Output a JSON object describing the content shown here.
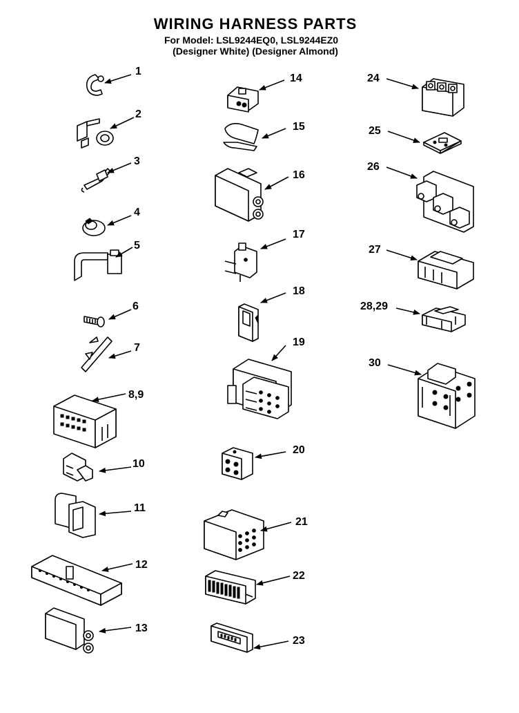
{
  "header": {
    "title": "WIRING HARNESS PARTS",
    "model_line": "For Model: LSL9244EQ0, LSL9244EZ0",
    "variant_line": "(Designer White) (Designer Almond)"
  },
  "parts": [
    {
      "label": "1"
    },
    {
      "label": "2"
    },
    {
      "label": "3"
    },
    {
      "label": "4"
    },
    {
      "label": "5"
    },
    {
      "label": "6"
    },
    {
      "label": "7"
    },
    {
      "label": "8,9"
    },
    {
      "label": "10"
    },
    {
      "label": "11"
    },
    {
      "label": "12"
    },
    {
      "label": "13"
    },
    {
      "label": "14"
    },
    {
      "label": "15"
    },
    {
      "label": "16"
    },
    {
      "label": "17"
    },
    {
      "label": "18"
    },
    {
      "label": "19"
    },
    {
      "label": "20"
    },
    {
      "label": "21"
    },
    {
      "label": "22"
    },
    {
      "label": "23"
    },
    {
      "label": "24"
    },
    {
      "label": "25"
    },
    {
      "label": "26"
    },
    {
      "label": "27"
    },
    {
      "label": "28,29"
    },
    {
      "label": "30"
    }
  ]
}
